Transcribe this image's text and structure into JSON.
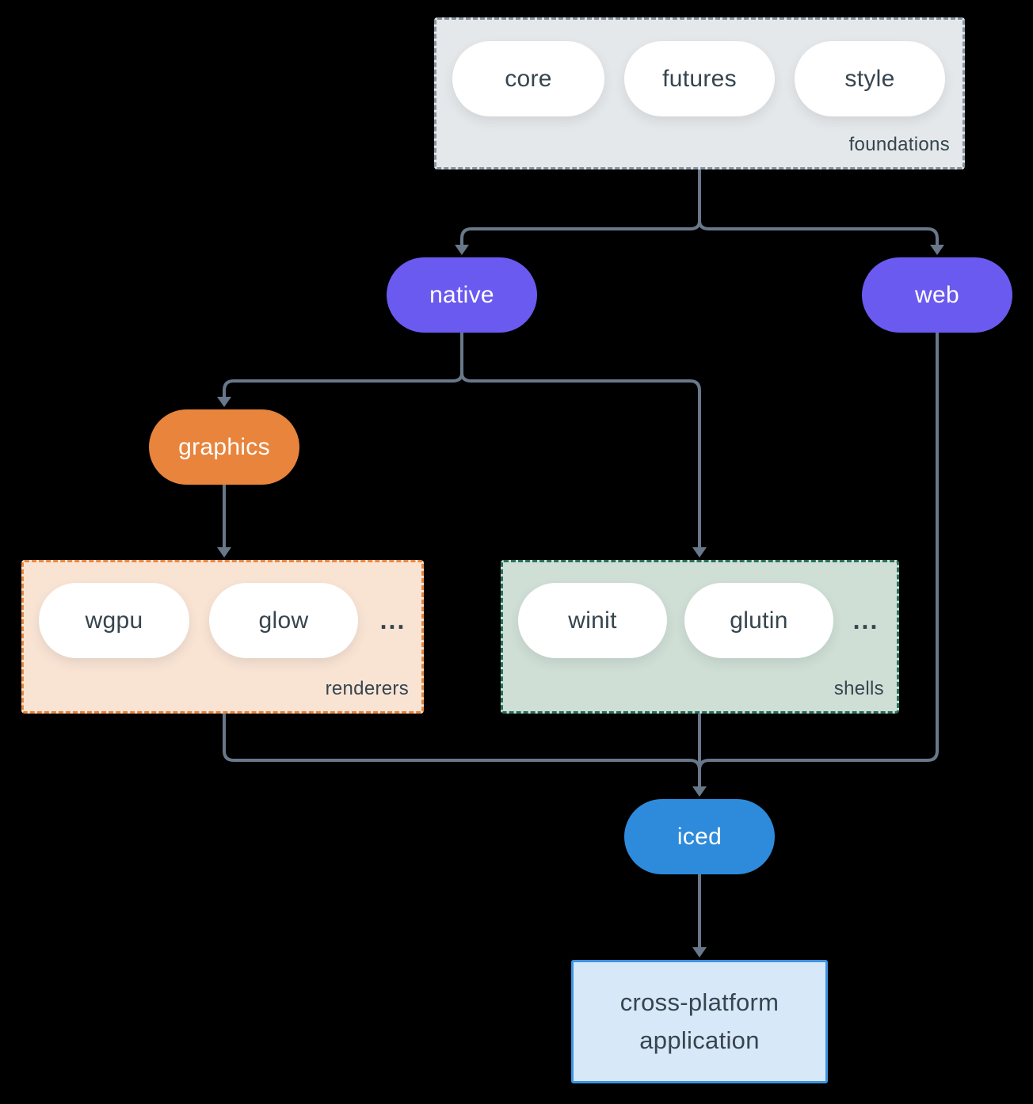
{
  "colors": {
    "background": "#000000",
    "arrow": "#68788a",
    "dark_text": "#36454e",
    "purple_pill": "#6a5af0",
    "orange_pill": "#e8843c",
    "blue_pill": "#2e8bdb",
    "foundations_fill": "#e5e8ea",
    "foundations_border": "#8693a1",
    "renderers_fill": "#f9e4d4",
    "renderers_border": "#e8863f",
    "shells_fill": "#cfdfd6",
    "shells_border": "#26705c",
    "application_fill": "#d7e8f8",
    "application_border": "#3e93e0"
  },
  "foundations": {
    "label": "foundations",
    "items": [
      "core",
      "futures",
      "style"
    ]
  },
  "nodes": {
    "native": "native",
    "web": "web",
    "graphics": "graphics",
    "iced": "iced"
  },
  "renderers": {
    "label": "renderers",
    "items": [
      "wgpu",
      "glow"
    ],
    "ellipsis": "..."
  },
  "shells": {
    "label": "shells",
    "items": [
      "winit",
      "glutin"
    ],
    "ellipsis": "..."
  },
  "application": {
    "line1": "cross-platform",
    "line2": "application"
  }
}
